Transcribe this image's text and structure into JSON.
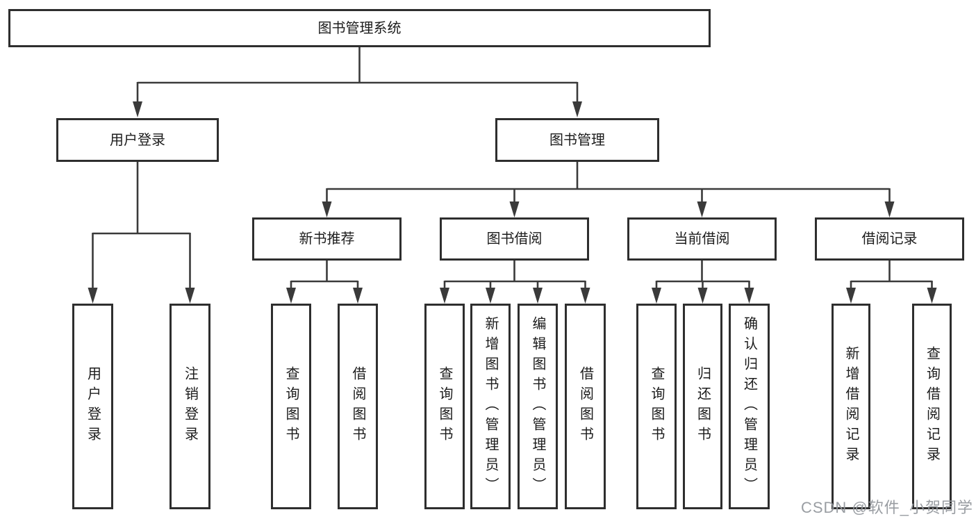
{
  "diagram": {
    "root": {
      "label": "图书管理系统"
    },
    "user_login": {
      "label": "用户登录",
      "children": [
        {
          "label": "用户登录"
        },
        {
          "label": "注销登录"
        }
      ]
    },
    "book_management": {
      "label": "图书管理"
    },
    "new_book_recommend": {
      "label": "新书推荐",
      "children": [
        {
          "label": "查询图书"
        },
        {
          "label": "借阅图书"
        }
      ]
    },
    "book_borrow": {
      "label": "图书借阅",
      "children": [
        {
          "label": "查询图书"
        },
        {
          "label": "新增图书（管理员）"
        },
        {
          "label": "编辑图书（管理员）"
        },
        {
          "label": "借阅图书"
        }
      ]
    },
    "current_borrow": {
      "label": "当前借阅",
      "children": [
        {
          "label": "查询图书"
        },
        {
          "label": "归还图书"
        },
        {
          "label": "确认归还（管理员）"
        }
      ]
    },
    "borrow_records": {
      "label": "借阅记录",
      "children": [
        {
          "label": "新增借阅记录"
        },
        {
          "label": "查询借阅记录"
        }
      ]
    }
  },
  "watermark": {
    "text": "CSDN @软件_小贺同学"
  },
  "colors": {
    "line": "#3a3a3a",
    "box_border": "#2e2e2e",
    "text": "#1c1c1c",
    "watermark": "#94989d"
  }
}
